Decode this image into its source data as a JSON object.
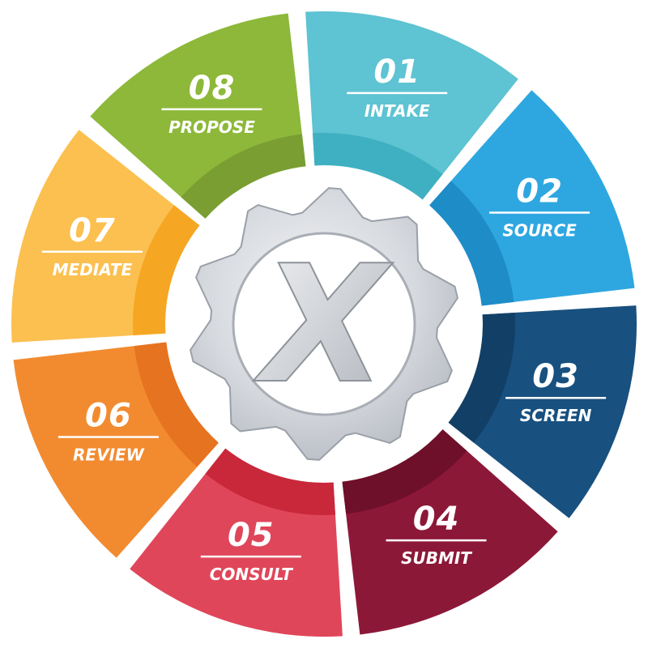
{
  "center": {
    "logo_letter": "X",
    "icon": "gear-icon"
  },
  "steps": [
    {
      "number": "01",
      "label": "INTAKE",
      "color": "#5EC3D2",
      "inner": "#3FB0C2"
    },
    {
      "number": "02",
      "label": "SOURCE",
      "color": "#2EA7E0",
      "inner": "#1E8CC7"
    },
    {
      "number": "03",
      "label": "SCREEN",
      "color": "#18507F",
      "inner": "#123F66"
    },
    {
      "number": "04",
      "label": "SUBMIT",
      "color": "#8C1838",
      "inner": "#6E1029"
    },
    {
      "number": "05",
      "label": "CONSULT",
      "color": "#E0465A",
      "inner": "#C8283A"
    },
    {
      "number": "06",
      "label": "REVIEW",
      "color": "#F28B30",
      "inner": "#E67320"
    },
    {
      "number": "07",
      "label": "MEDIATE",
      "color": "#FBC050",
      "inner": "#F5A623"
    },
    {
      "number": "08",
      "label": "PROPOSE",
      "color": "#8DB83A",
      "inner": "#7A9E32"
    }
  ]
}
